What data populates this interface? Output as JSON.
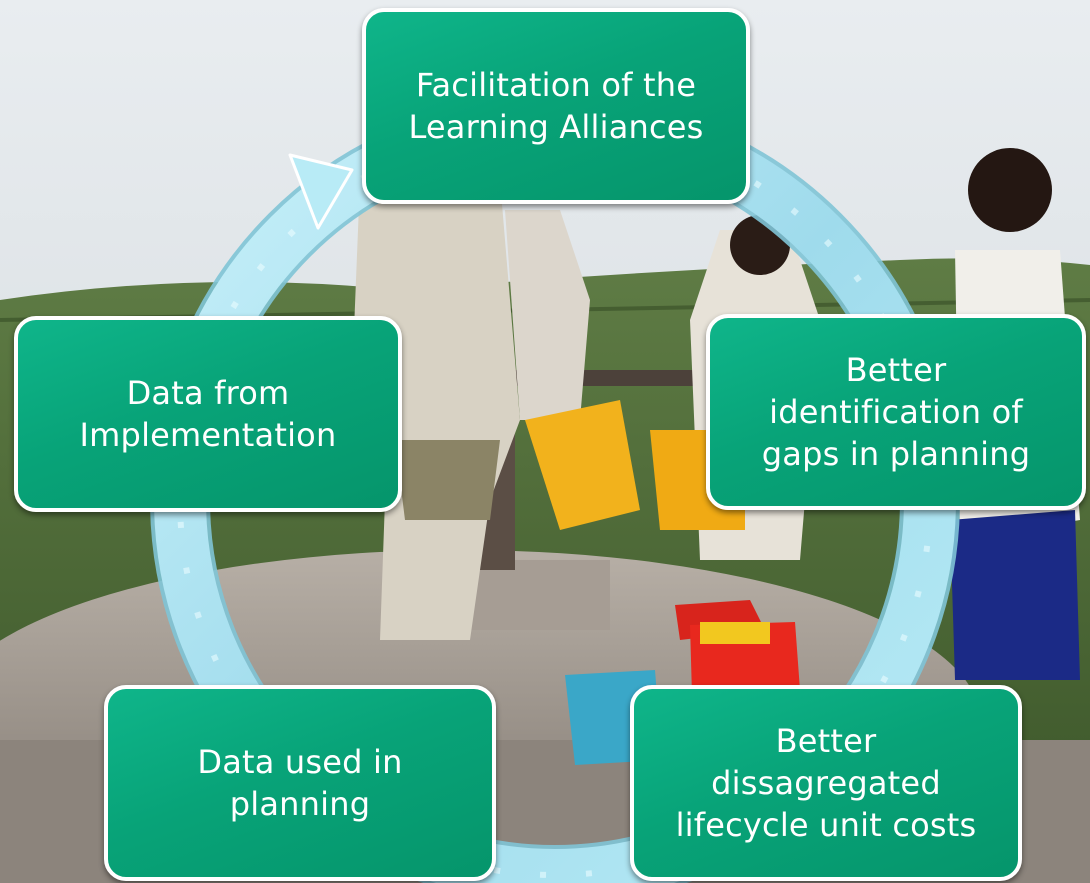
{
  "diagram": {
    "type": "cycle",
    "nodes": [
      {
        "id": "top",
        "label": "Facilitation of the\nLearning Alliances"
      },
      {
        "id": "right",
        "label": "Better\nidentification of\ngaps in planning"
      },
      {
        "id": "bottom_right",
        "label": "Better\ndissagregated\nlifecycle unit costs"
      },
      {
        "id": "bottom_left",
        "label": "Data used in\nplanning"
      },
      {
        "id": "left",
        "label": "Data from\nImplementation"
      }
    ],
    "flow": [
      "top",
      "right",
      "bottom_right",
      "bottom_left",
      "left",
      "top"
    ],
    "colors": {
      "node_fill": "#08a378",
      "node_border": "#ffffff",
      "node_text": "#ffffff",
      "cycle_arrow": "#a8e4f2",
      "sky": "#dfe4e8",
      "grass": "#4d6a37",
      "concrete": "#9a918a",
      "bucket_yellow": "#f2b21c",
      "bucket_blue": "#3aa7c8",
      "jerrycan_red": "#d8241c"
    }
  }
}
